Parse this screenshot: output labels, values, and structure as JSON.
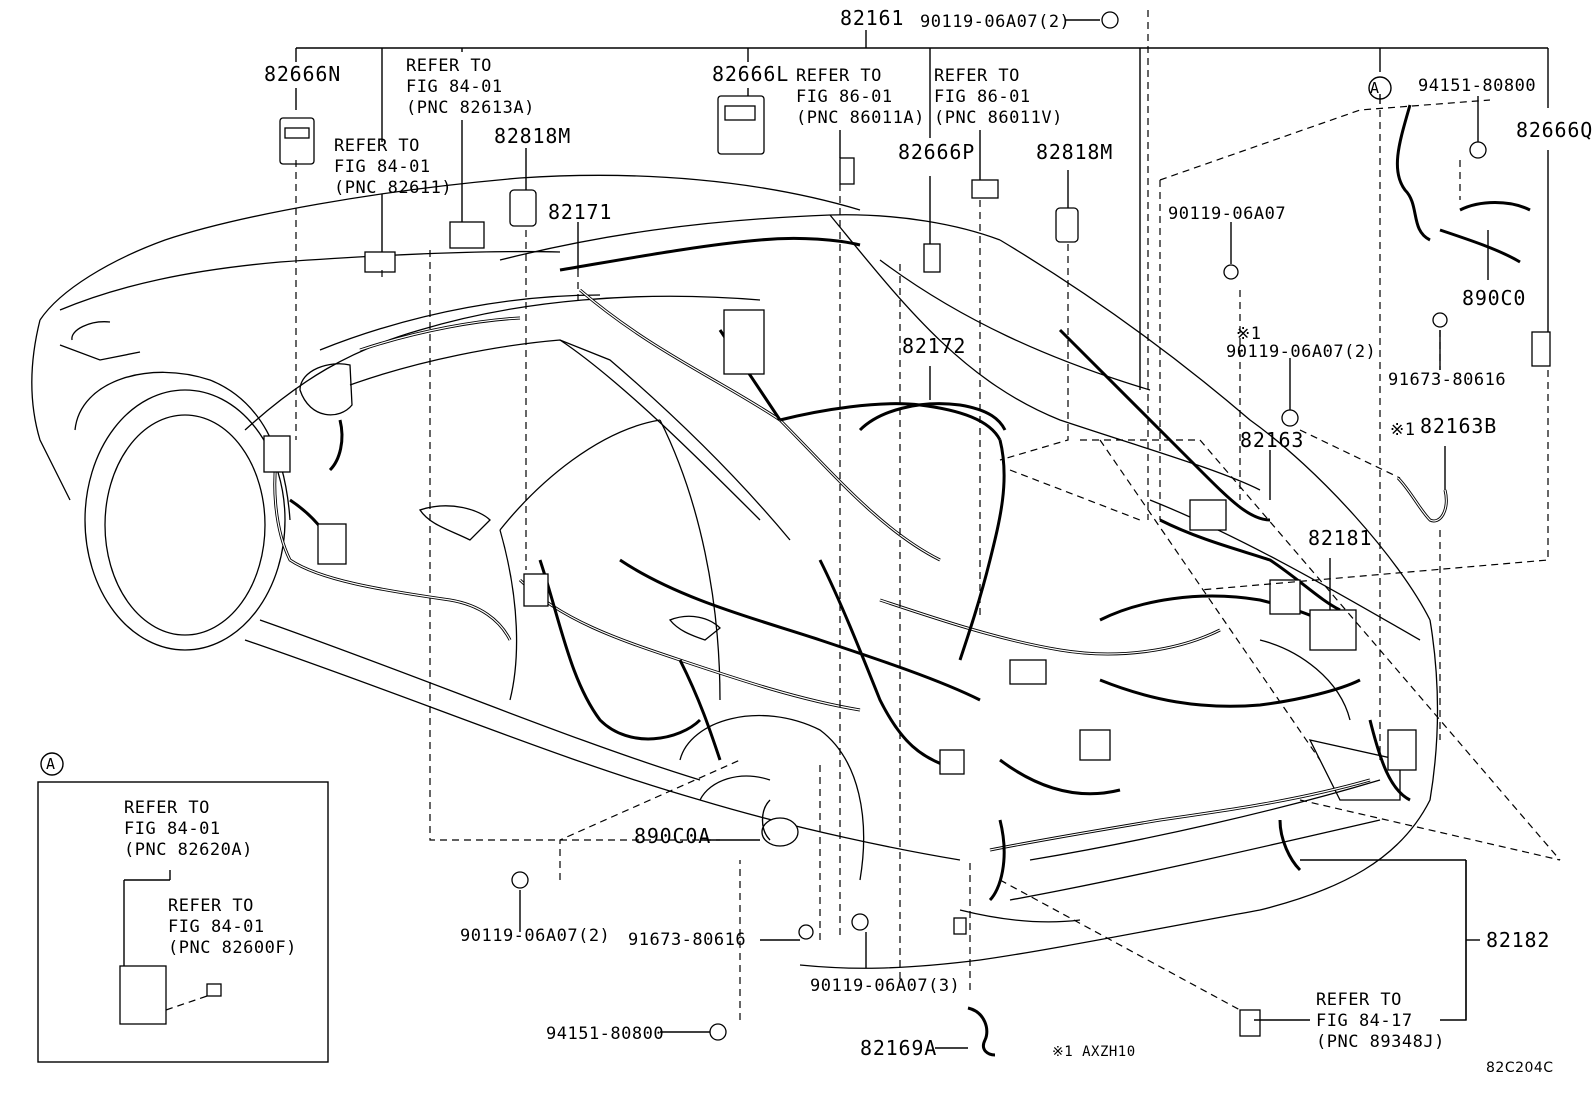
{
  "parts": {
    "p82161": "82161",
    "p90119_top": "90119-06A07(2)",
    "p82666N": "82666N",
    "p82666L": "82666L",
    "p82818M_a": "82818M",
    "p82818M_b": "82818M",
    "p82171": "82171",
    "p82666P": "82666P",
    "p82172": "82172",
    "p94151_top": "94151-80800",
    "p82666Q": "82666Q",
    "p890C0": "890C0",
    "p91673_top": "91673-80616",
    "p90119_right": "90119-06A07",
    "p90119_note": "90119-06A07(2)",
    "p82163": "82163",
    "p82163B": "82163B",
    "p82181": "82181",
    "p890C0A": "890C0A",
    "p90119_bottom_left": "90119-06A07(2)",
    "p91673_bottom": "91673-80616",
    "p90119_bottom_3": "90119-06A07(3)",
    "p94151_bottom": "94151-80800",
    "p82169A": "82169A",
    "p82182": "82182"
  },
  "refs": {
    "r82613A": "REFER TO\nFIG 84-01\n(PNC 82613A)",
    "r82611": "REFER TO\nFIG 84-01\n(PNC 82611)",
    "r86011A": "REFER TO\nFIG 86-01\n(PNC 86011A)",
    "r86011V": "REFER TO\nFIG 86-01\n(PNC 86011V)",
    "r89348J": "REFER TO\nFIG 84-17\n(PNC 89348J)",
    "r82620A": "REFER TO\nFIG 84-01\n(PNC 82620A)",
    "r82600F": "REFER TO\nFIG 84-01\n(PNC 82600F)"
  },
  "notes": {
    "callout_a": "A",
    "inset_a": "A",
    "note_mark_1": "※1",
    "note_mark_2": "※1",
    "footnote": "※1 AXZH10",
    "figure_code": "82C204C"
  }
}
